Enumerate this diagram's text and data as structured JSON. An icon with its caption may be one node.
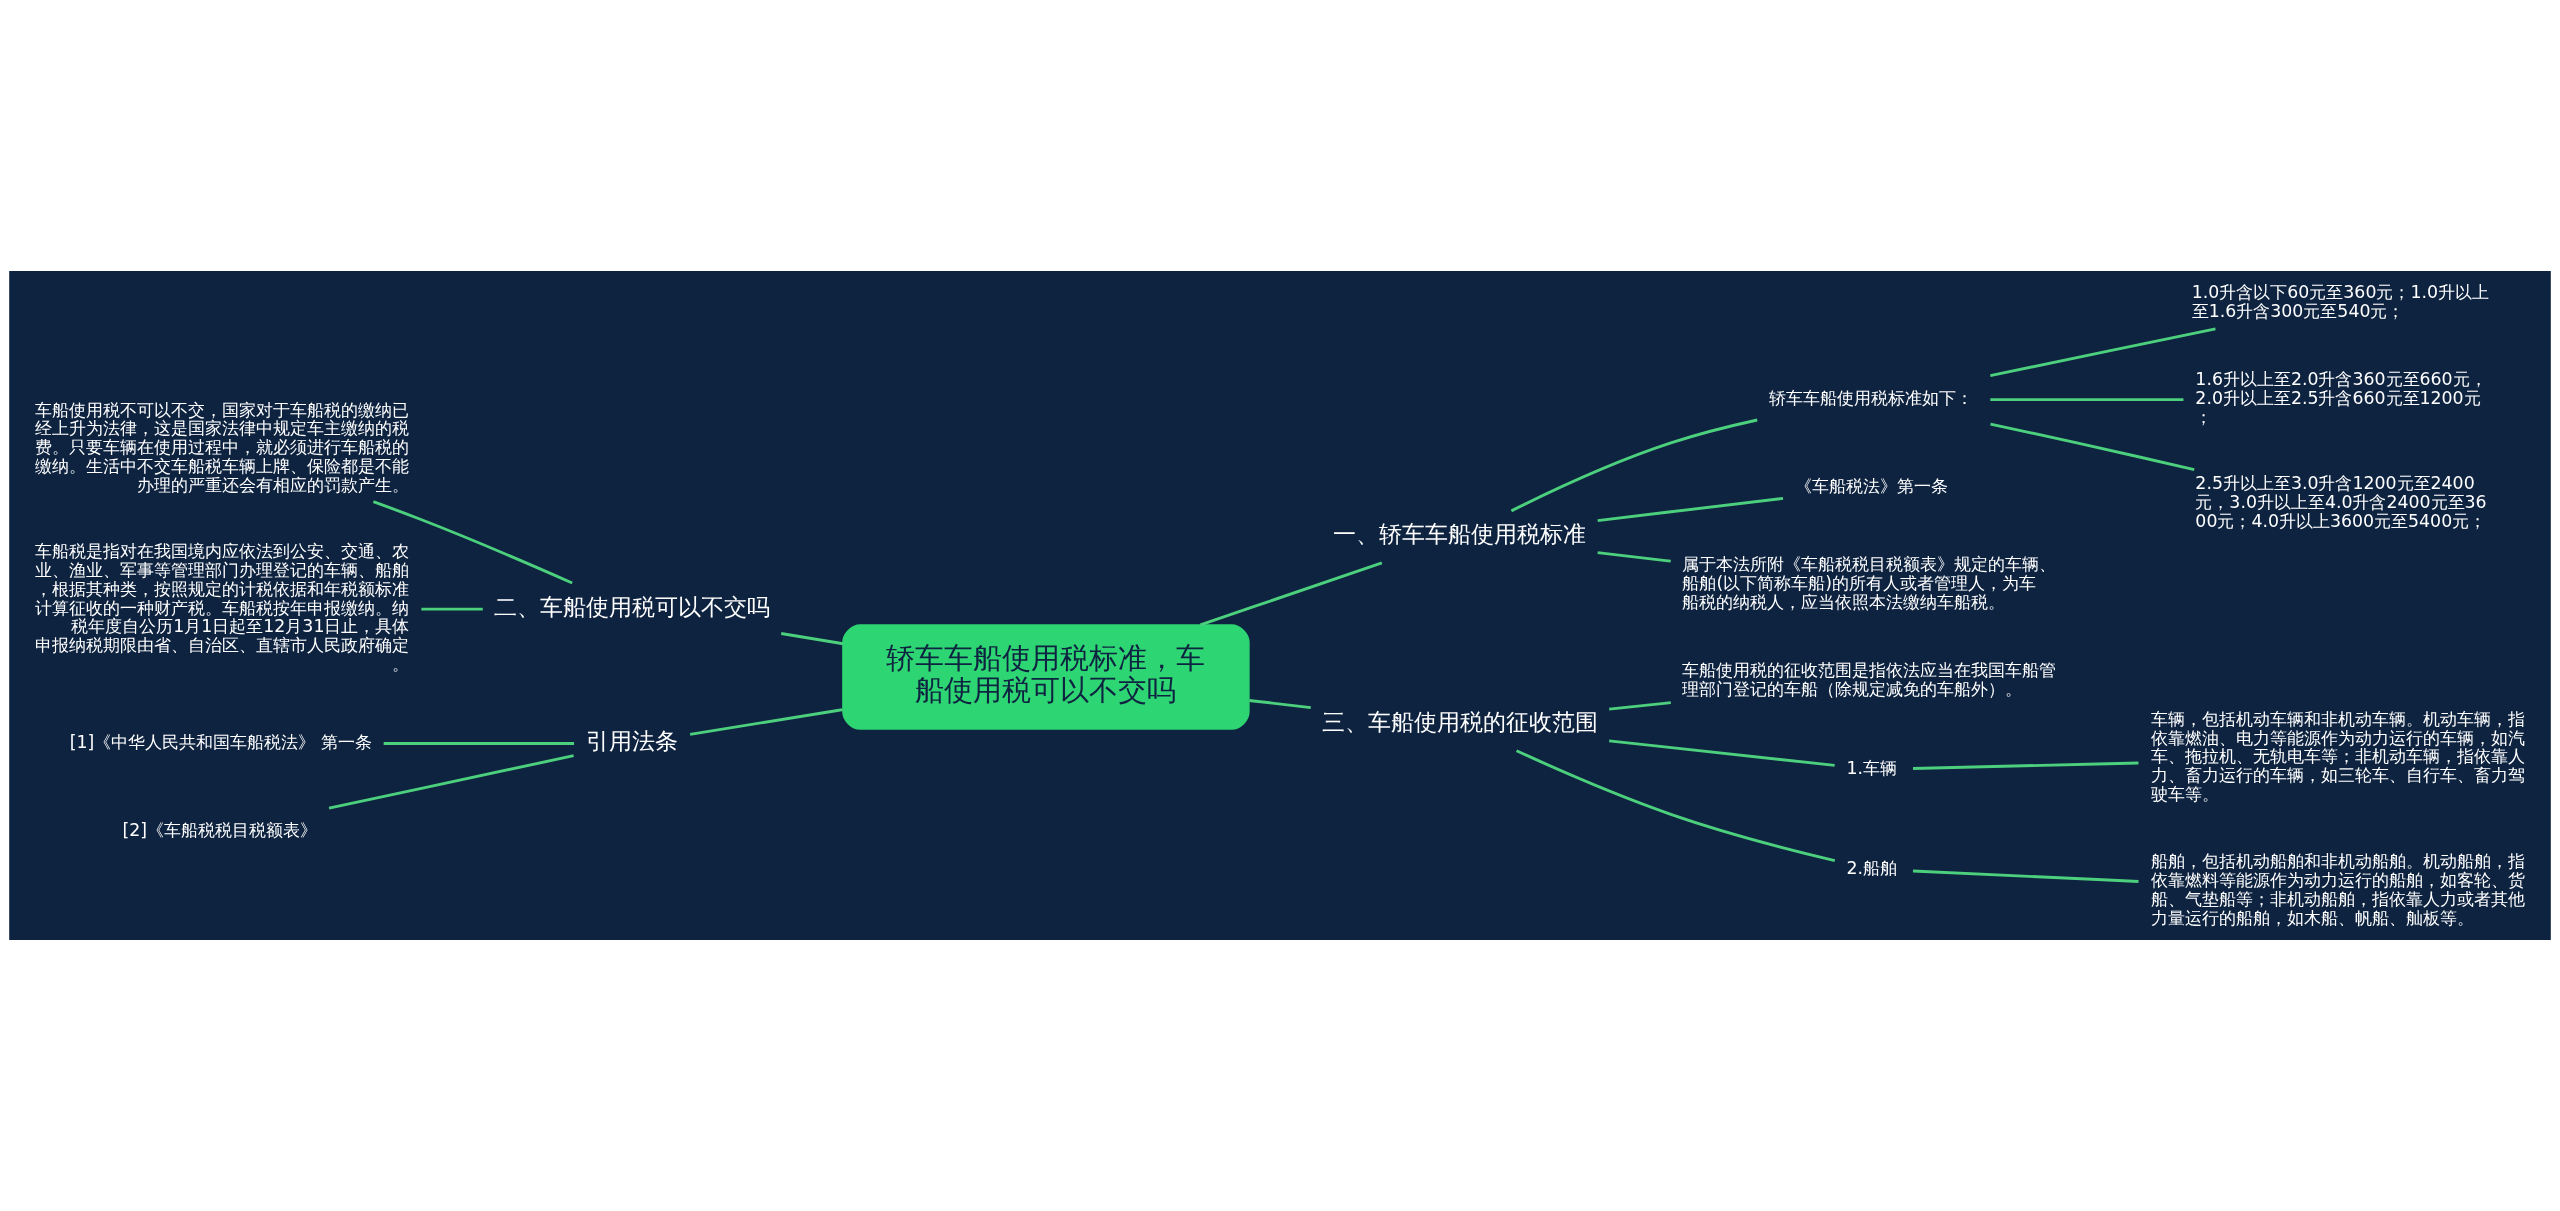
{
  "diagram": {
    "nodes": [
      {
        "text": [
          "轿车车船使用税标准，车船使用税可以不交吗"
        ]
      },
      {
        "text": [
          "一、轿车车船使用税标准"
        ]
      },
      {
        "text": [
          "轿车车船使用税标准如下："
        ]
      },
      {
        "text": [
          "1.0升含以下60元至360元；1.0升以上至1.6升含300元至540元；"
        ]
      },
      {
        "text": [
          "1.6升以上至2.0升含360元至660元，2.0升以上至2.5升含660元至1200元；"
        ]
      },
      {
        "text": [
          "2.5升以上至3.0升含1200元至2400元，3.0升以上至4.0升含2400元至3600元；4.0升以上3600元至5400元；"
        ]
      },
      {
        "text": [
          "《车船税法》第一条"
        ]
      },
      {
        "text": [
          "属于本法所附《车船税税目税额表》规定的车辆、船舶(以下简称车船)的所有人或者管理人，为车船税的纳税人，应当依照本法缴纳车船税。"
        ]
      },
      {
        "text": [
          "三、车船使用税的征收范围"
        ]
      },
      {
        "text": [
          "车船使用税的征收范围是指依法应当在我国车船管理部门登记的车船（除规定减免的车船外）。"
        ]
      },
      {
        "text": [
          "1.车辆"
        ]
      },
      {
        "text": [
          "车辆，包括机动车辆和非机动车辆。机动车辆，指依靠燃油、电力等能源作为动力运行的车辆，如汽车、拖拉机、无轨电车等；非机动车辆，指依靠人力、畜力运行的车辆，如三轮车、自行车、畜力驾驶车等。"
        ]
      },
      {
        "text": [
          "2.船舶"
        ]
      },
      {
        "text": [
          "船舶，包括机动船舶和非机动船舶。机动船舶，指依靠燃料等能源作为动力运行的船舶，如客轮、货船、气垫船等；非机动船舶，指依靠人力或者其他力量运行的船舶，如木船、帆船、舢板等。"
        ]
      },
      {
        "text": [
          "二、车船使用税可以不交吗"
        ]
      },
      {
        "text": [
          "车船使用税不可以不交，国家对于车船税的缴纳已经上升为法律，这是国家法律中规定车主缴纳的税费。只要车辆在使用过程中，就必须进行车船税的缴纳。生活中不交车船税车辆上牌、保险都是不能办理的严重还会有相应的罚款产生。"
        ]
      },
      {
        "text": [
          "车船税是指对在我国境内应依法到公安、交通、农业、渔业、军事等管理部门办理登记的车辆、船舶，根据其种类，按照规定的计税依据和年税额标准计算征收的一种财产税。车船税按年申报缴纳。纳税年度自公历1月1日起至12月31日止，具体申报纳税期限由省、自治区、直辖市人民政府确定。"
        ]
      },
      {
        "text": [
          "引用法条"
        ]
      },
      {
        "text": [
          "[1]《中华人民共和国车船税法》 第一条"
        ]
      },
      {
        "text": [
          "[2]《车船税税目税额表》"
        ]
      }
    ],
    "edges": [
      {
        "from": 0,
        "to": 1,
        "arrow": "none"
      },
      {
        "from": 1,
        "to": 2,
        "arrow": "none"
      },
      {
        "from": 2,
        "to": 3,
        "arrow": "none"
      },
      {
        "from": 2,
        "to": 4,
        "arrow": "none"
      },
      {
        "from": 2,
        "to": 5,
        "arrow": "none"
      },
      {
        "from": 1,
        "to": 6,
        "arrow": "none"
      },
      {
        "from": 1,
        "to": 7,
        "arrow": "none"
      },
      {
        "from": 0,
        "to": 8,
        "arrow": "none"
      },
      {
        "from": 8,
        "to": 9,
        "arrow": "none"
      },
      {
        "from": 8,
        "to": 10,
        "arrow": "none"
      },
      {
        "from": 10,
        "to": 11,
        "arrow": "none"
      },
      {
        "from": 8,
        "to": 12,
        "arrow": "none"
      },
      {
        "from": 12,
        "to": 13,
        "arrow": "none"
      },
      {
        "from": 0,
        "to": 14,
        "arrow": "none"
      },
      {
        "from": 14,
        "to": 15,
        "arrow": "none"
      },
      {
        "from": 14,
        "to": 16,
        "arrow": "none"
      },
      {
        "from": 0,
        "to": 17,
        "arrow": "none"
      },
      {
        "from": 17,
        "to": 18,
        "arrow": "none"
      },
      {
        "from": 17,
        "to": 19,
        "arrow": "none"
      }
    ]
  }
}
